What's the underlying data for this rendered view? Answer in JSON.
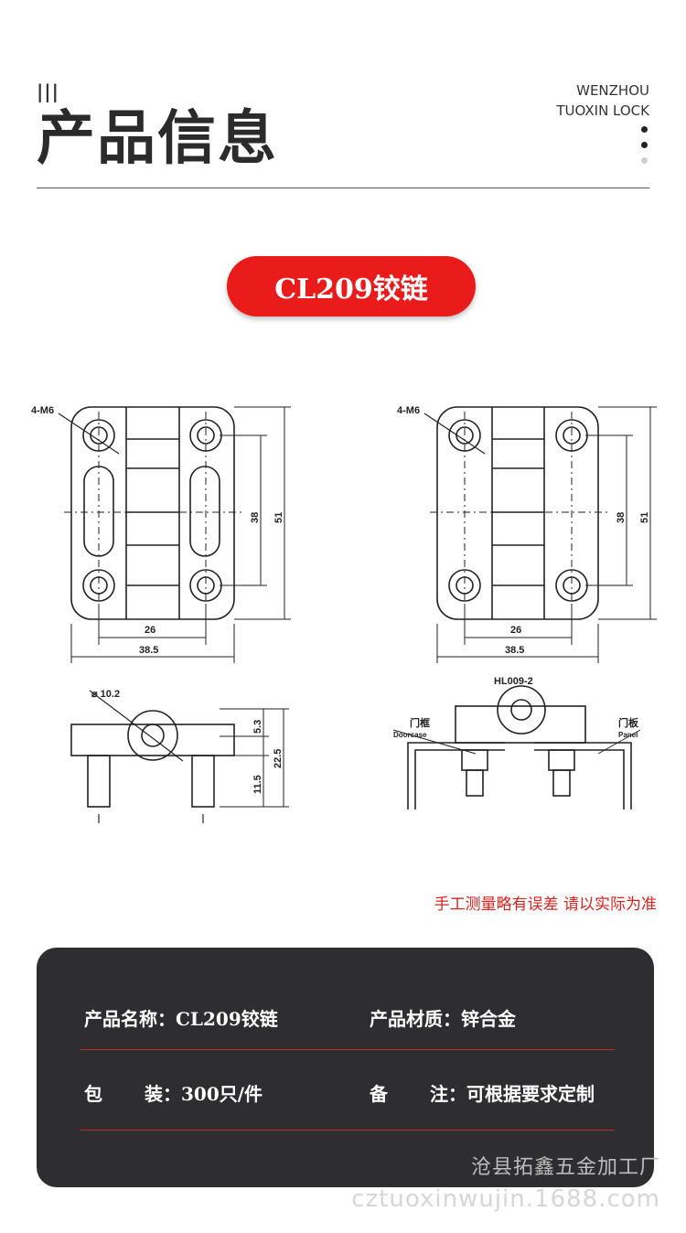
{
  "header": {
    "section_mark": "|||",
    "title": "产品信息",
    "brand_line1": "WENZHOU",
    "brand_line2": "TUOXIN LOCK"
  },
  "product": {
    "model_label": "CL209铰链"
  },
  "drawing": {
    "left_front": {
      "hole_label": "4-M6",
      "dim_26": "26",
      "dim_385": "38.5",
      "dim_38": "38",
      "dim_51": "51"
    },
    "left_side": {
      "dia_label": "⌀ 10.2",
      "dim_53": "5.3",
      "dim_115": "11.5",
      "dim_225": "22.5"
    },
    "right_front": {
      "hole_label": "4-M6",
      "dim_26": "26",
      "dim_385": "38.5",
      "dim_38": "38",
      "dim_51": "51",
      "model_code": "HL009-2"
    },
    "right_side": {
      "doorcase_cn": "门框",
      "doorcase_en": "Doorcase",
      "panel_cn": "门板",
      "panel_en": "Panel"
    }
  },
  "note": "手工测量略有误差 请以实际为准",
  "specs": {
    "name_label": "产品名称：",
    "name_value": "CL209铰链",
    "material_label": "产品材质：",
    "material_value": "锌合金",
    "pack_label_1": "包",
    "pack_label_2": "装：",
    "pack_value": "300只/件",
    "remark_label_1": "备",
    "remark_label_2": "注：",
    "remark_value": "可根据要求定制"
  },
  "footer": {
    "factory": "沧县拓鑫五金加工厂",
    "watermark": "cztuoxinwujin.1688.com"
  }
}
